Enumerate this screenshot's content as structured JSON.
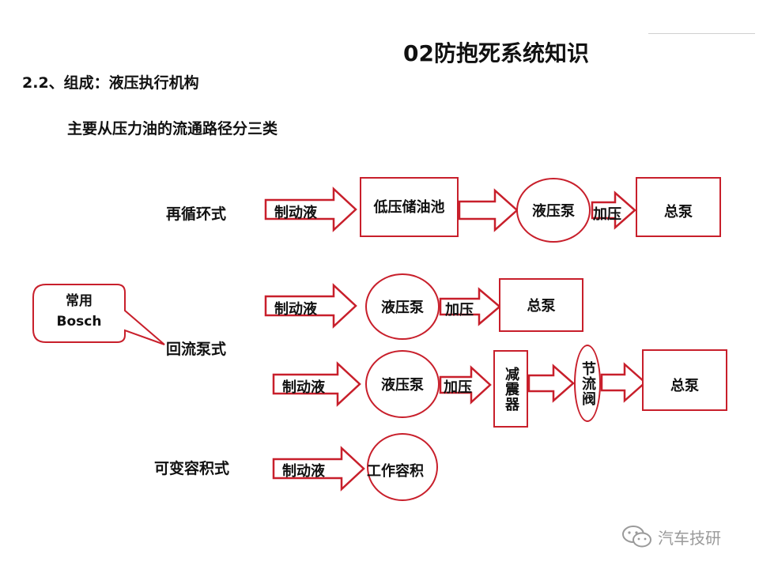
{
  "slide": {
    "title": "02防抱死系统知识",
    "section": "2.2、组成：液压执行机构",
    "subtitle": "主要从压力油的流通路径分三类"
  },
  "types": {
    "recirculating": "再循环式",
    "return_pump": "回流泵式",
    "variable_volume": "可变容积式"
  },
  "callout": {
    "line1": "常用",
    "line2": "Bosch"
  },
  "labels": {
    "brake_fluid": "制动液",
    "low_pressure_reservoir": "低压储油池",
    "hydraulic_pump": "液压泵",
    "pressurize": "加压",
    "master_cylinder": "总泵",
    "damper": "减震器",
    "throttle_valve": "节流阀",
    "working_volume": "工作容积"
  },
  "watermark": {
    "icon": "wechat-icon",
    "text": "汽车技研"
  },
  "colors": {
    "accent": "#c81f2b",
    "text": "#111111",
    "watermark": "#9a9a9a"
  }
}
